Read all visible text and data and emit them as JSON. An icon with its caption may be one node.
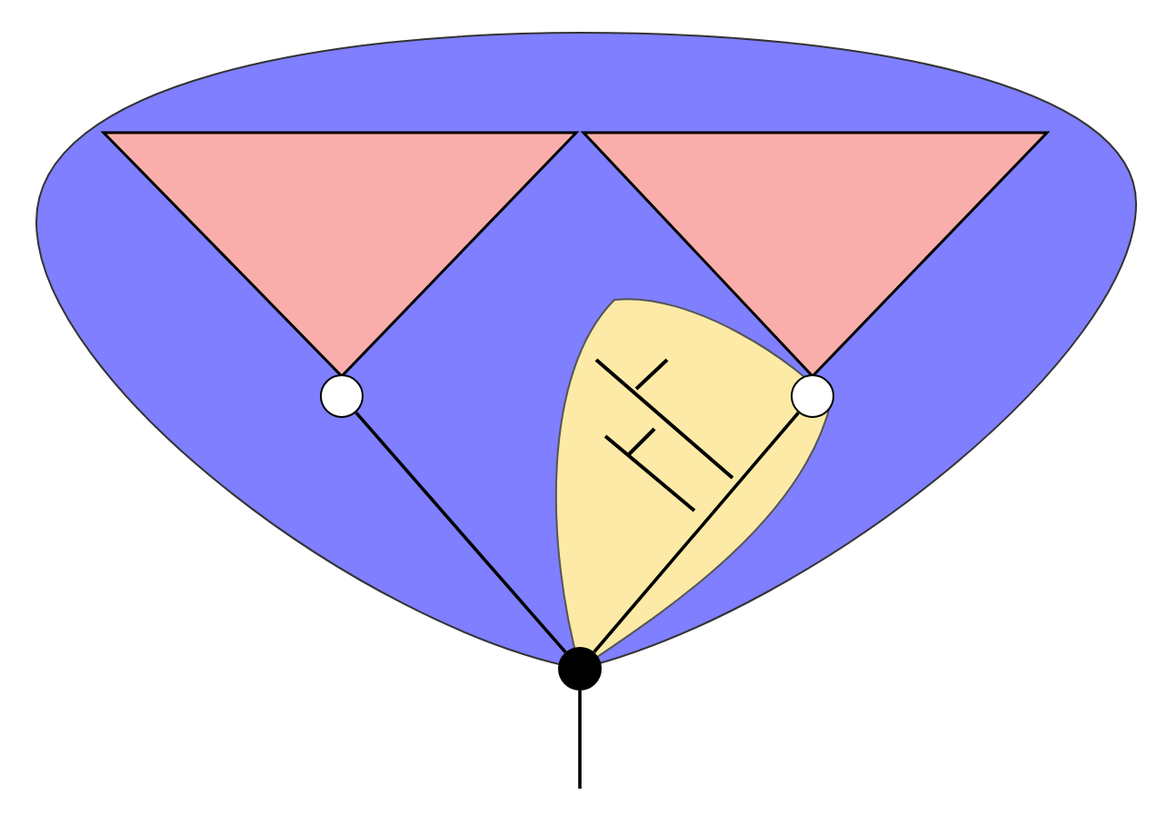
{
  "diagram": {
    "nodes": [
      {
        "text": [],
        "shape": "circle"
      },
      {
        "text": [],
        "shape": "circle"
      },
      {
        "text": [],
        "shape": "circle"
      },
      {
        "text": [],
        "shape": "triangle"
      },
      {
        "text": [],
        "shape": "triangle"
      }
    ],
    "edges": [
      {
        "from": 0,
        "to": 1,
        "arrow": "none"
      },
      {
        "from": 0,
        "to": 2,
        "arrow": "none"
      },
      {
        "from": 0,
        "to": null,
        "arrow": "none"
      }
    ]
  }
}
